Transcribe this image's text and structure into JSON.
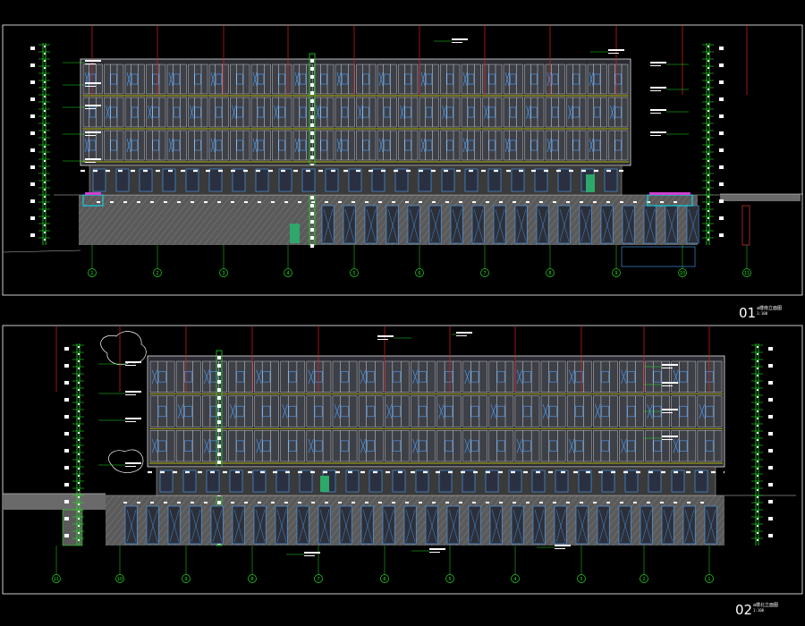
{
  "drawing": {
    "elevations": [
      {
        "id": "01",
        "title": "01",
        "caption": "a楼南立面图",
        "scale": "1:100",
        "axis_labels": [
          "1",
          "2",
          "3",
          "4",
          "5",
          "6",
          "7",
          "8",
          "9",
          "10",
          "11"
        ]
      },
      {
        "id": "02",
        "title": "02",
        "caption": "a楼北立面图",
        "scale": "1:100",
        "axis_labels": [
          "11",
          "10",
          "9",
          "8",
          "7",
          "6",
          "5",
          "4",
          "3",
          "2",
          "1"
        ]
      }
    ],
    "colors": {
      "background": "#000000",
      "frame": "#ffffff",
      "axis_red": "#e02020",
      "green": "#22dd22",
      "blue": "#4aa3ff",
      "yellow": "#e6e600",
      "cyan": "#00e5ff",
      "magenta": "#d040d0",
      "gray": "#8a8a8a",
      "wall": "#5a5a5a"
    }
  }
}
